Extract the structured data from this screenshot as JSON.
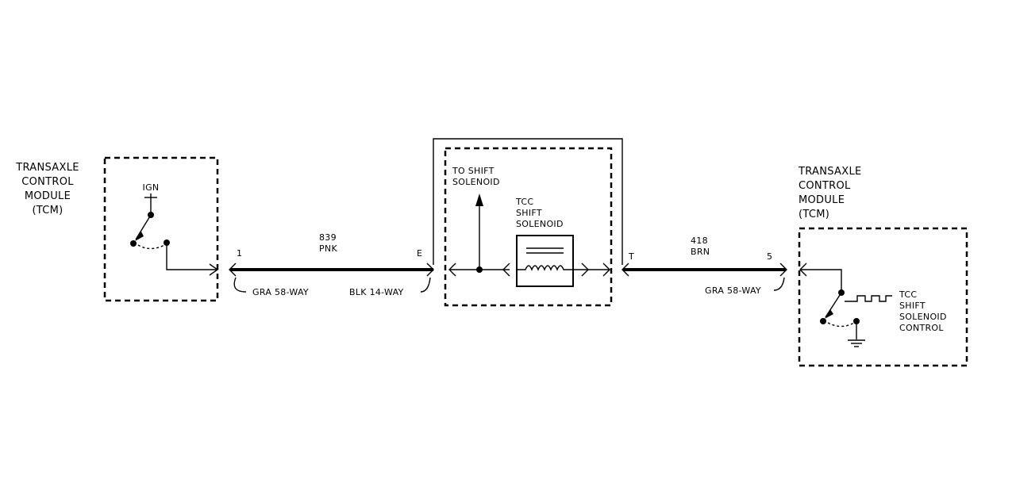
{
  "left_module": {
    "label_lines": [
      "TRANSAXLE",
      "CONTROL",
      "MODULE",
      "(TCM)"
    ],
    "ign_label": "IGN",
    "pin": "1",
    "connector": "GRA 58-WAY"
  },
  "wire1": {
    "circuit": "839",
    "color": "PNK"
  },
  "left_inline_connector": {
    "pin": "E",
    "connector": "BLK 14-WAY"
  },
  "solenoid": {
    "to_shift_lines": [
      "TO SHIFT",
      "SOLENOID"
    ],
    "name_lines": [
      "TCC",
      "SHIFT",
      "SOLENOID"
    ]
  },
  "wire2": {
    "circuit": "418",
    "color": "BRN"
  },
  "right_pins": {
    "left_pin": "T",
    "right_pin": "5",
    "connector": "GRA 58-WAY"
  },
  "right_module": {
    "label_lines": [
      "TRANSAXLE",
      "CONTROL",
      "MODULE",
      "(TCM)"
    ],
    "control_lines": [
      "TCC",
      "SHIFT",
      "SOLENOID",
      "CONTROL"
    ]
  }
}
